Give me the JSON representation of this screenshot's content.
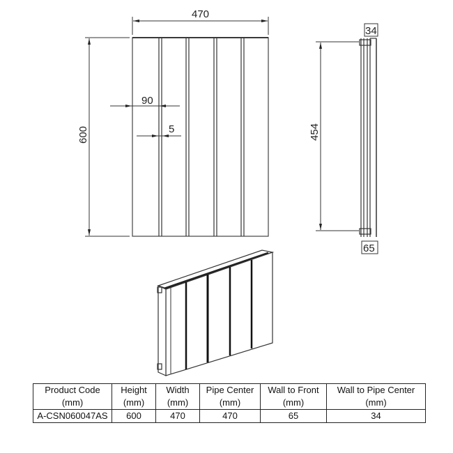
{
  "drawing": {
    "front_view": {
      "width_dim": "470",
      "height_dim": "600",
      "column_width_dim": "90",
      "gap_dim": "5",
      "columns": 5
    },
    "side_view": {
      "pipe_center_height_dim": "454",
      "wall_to_pipe_center_dim": "34",
      "wall_to_front_dim": "65"
    },
    "iso_view": {
      "columns": 5
    }
  },
  "spec_table": {
    "headers": [
      {
        "line1": "Product Code",
        "line2": "(mm)"
      },
      {
        "line1": "Height",
        "line2": "(mm)"
      },
      {
        "line1": "Width",
        "line2": "(mm)"
      },
      {
        "line1": "Pipe Center",
        "line2": "(mm)"
      },
      {
        "line1": "Wall to Front",
        "line2": "(mm)"
      },
      {
        "line1": "Wall to Pipe Center",
        "line2": "(mm)"
      }
    ],
    "rows": [
      [
        "A-CSN060047AS",
        "600",
        "470",
        "470",
        "65",
        "34"
      ]
    ]
  }
}
